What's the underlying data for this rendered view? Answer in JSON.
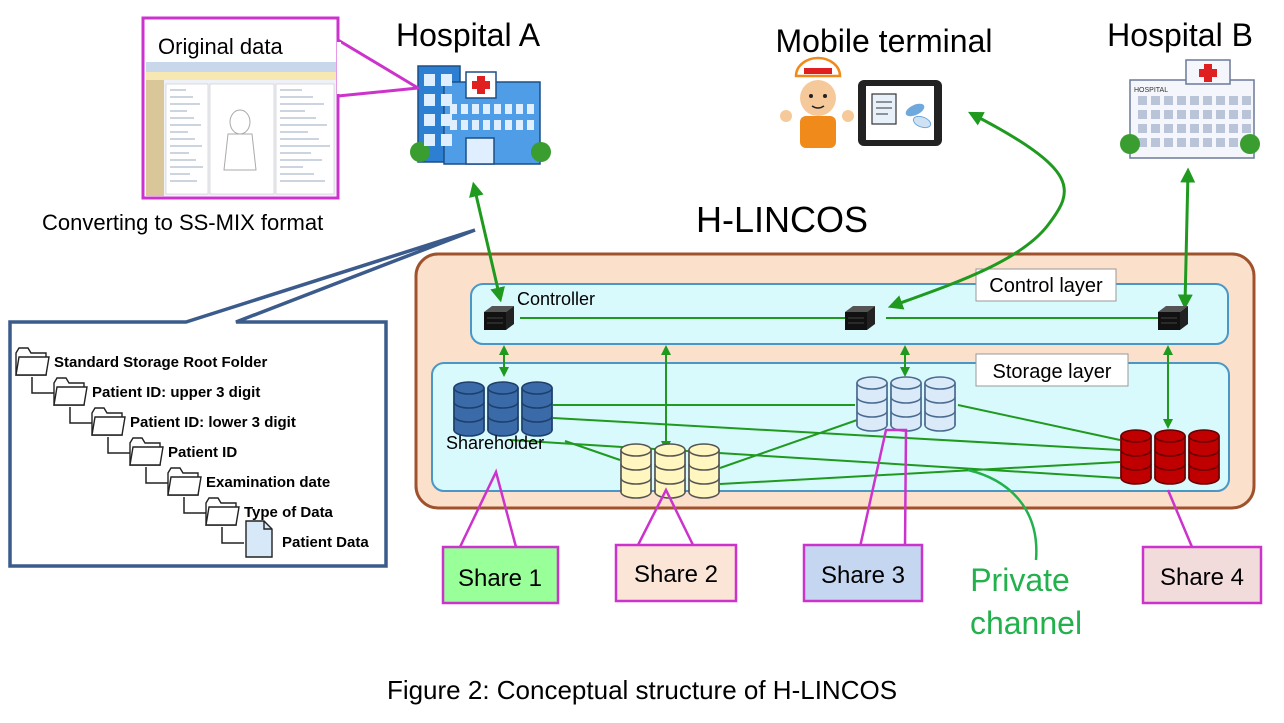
{
  "figure": {
    "caption": "Figure 2: Conceptual structure of H-LINCOS",
    "system_title": "H-LINCOS"
  },
  "nodes": {
    "hospital_a": "Hospital A",
    "hospital_b": "Hospital B",
    "mobile_terminal": "Mobile terminal",
    "original_data": "Original data",
    "converting": "Converting to SS-MIX format",
    "controller": "Controller",
    "control_layer": "Control layer",
    "storage_layer": "Storage layer",
    "shareholder": "Shareholder",
    "private_channel_line1": "Private",
    "private_channel_line2": "channel",
    "hospital_sign": "HOSPITAL"
  },
  "shares": [
    {
      "label": "Share 1",
      "fill": "#99ff99"
    },
    {
      "label": "Share 2",
      "fill": "#fbe5d6"
    },
    {
      "label": "Share 3",
      "fill": "#c5d6f0"
    },
    {
      "label": "Share 4",
      "fill": "#f2dcdb"
    }
  ],
  "folder_tree": [
    "Standard Storage Root Folder",
    "Patient ID: upper 3 digit",
    "Patient ID: lower 3 digit",
    "Patient ID",
    "Examination date",
    "Type of Data",
    "Patient Data"
  ],
  "colors": {
    "link_green": "#1f9a1f",
    "label_magenta": "#cc33cc",
    "callout_blue": "#3b5b8c",
    "system_fill": "#fbe0cc",
    "system_border": "#a0522d",
    "layer_fill": "#d9fafd",
    "layer_border": "#4a97c6",
    "private_channel_text": "#22b14c",
    "share_dark_blue": "#3a6ba8",
    "share_yellow": "#fff6c0",
    "share_light_blue": "#daeaf8",
    "share_red": "#c00000"
  },
  "icons": [
    "hospital-a-icon",
    "hospital-b-icon",
    "person-icon",
    "tablet-icon",
    "folder-icon",
    "document-icon",
    "server-icon",
    "database-icon"
  ]
}
